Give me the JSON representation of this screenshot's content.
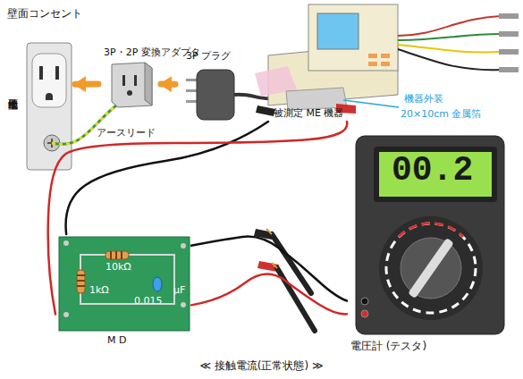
{
  "diagram": {
    "caption": "≪ 接触電流(正常状態) ≫",
    "nodes": [
      {
        "text": [
          "壁面コンセント",
          "壁面接地端子"
        ]
      },
      {
        "text": [
          "3P・2P 変換アダプタ"
        ]
      },
      {
        "text": [
          "3P プラグ"
        ]
      },
      {
        "text": [
          "被測定 ME 機器"
        ]
      },
      {
        "text": [
          "10kΩ",
          "1kΩ",
          "0.015",
          "μF",
          "M D"
        ]
      },
      {
        "text": [
          "00.2",
          "電圧計 (テスタ)"
        ]
      }
    ],
    "edges": [
      {
        "from": 2,
        "to": 1,
        "arrow": "to"
      },
      {
        "from": 1,
        "to": 0,
        "arrow": "to"
      },
      {
        "from": 3,
        "to": 4,
        "arrow": "none"
      },
      {
        "from": 3,
        "to": 4,
        "arrow": "none"
      },
      {
        "from": 4,
        "to": 5,
        "arrow": "none"
      },
      {
        "from": 4,
        "to": 5,
        "arrow": "none"
      }
    ],
    "labels": [
      "アースリード",
      "機器外装",
      "20×10cm 金属箔"
    ]
  }
}
